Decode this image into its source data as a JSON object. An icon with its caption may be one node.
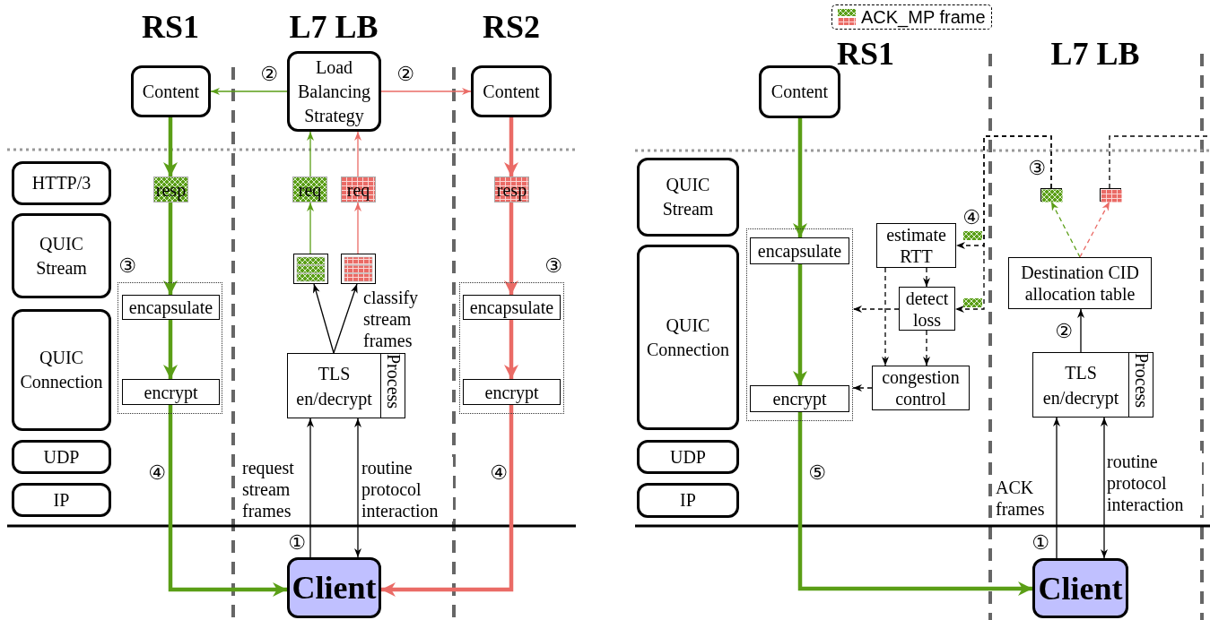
{
  "diagram": {
    "nodes": [
      {
        "text": [
          "Content"
        ]
      },
      {
        "text": [
          "Load Balancing Strategy"
        ]
      },
      {
        "text": [
          "Content"
        ]
      },
      {
        "text": [
          "HTTP/3"
        ]
      },
      {
        "text": [
          "QUIC Stream"
        ]
      },
      {
        "text": [
          "QUIC Connection"
        ]
      },
      {
        "text": [
          "UDP"
        ]
      },
      {
        "text": [
          "IP"
        ]
      },
      {
        "text": [
          "resp"
        ]
      },
      {
        "text": [
          "req"
        ]
      },
      {
        "text": [
          "req"
        ]
      },
      {
        "text": [
          "resp"
        ]
      },
      {
        "text": [],
        "shape": "box"
      },
      {
        "text": [
          "encapsulate"
        ],
        "in": 12
      },
      {
        "text": [
          "encrypt"
        ],
        "in": 12
      },
      {
        "text": [],
        "shape": "box"
      },
      {
        "text": [],
        "shape": "box"
      },
      {
        "text": [
          "TLS en/decrypt",
          "Process"
        ]
      },
      {
        "text": [],
        "shape": "box"
      },
      {
        "text": [
          "encapsulate"
        ],
        "in": 18
      },
      {
        "text": [
          "encrypt"
        ],
        "in": 18
      },
      {
        "text": [
          "Client"
        ]
      },
      {
        "text": [
          "Content"
        ]
      },
      {
        "text": [
          "QUIC Stream"
        ]
      },
      {
        "text": [
          "QUIC Connection"
        ]
      },
      {
        "text": [
          "UDP"
        ]
      },
      {
        "text": [
          "IP"
        ]
      },
      {
        "text": [],
        "shape": "box"
      },
      {
        "text": [
          "encapsulate"
        ],
        "in": 27
      },
      {
        "text": [
          "encrypt"
        ],
        "in": 27
      },
      {
        "text": [
          "estimate RTT"
        ]
      },
      {
        "text": [
          "detect loss"
        ]
      },
      {
        "text": [
          "congestion control"
        ]
      },
      {
        "text": [],
        "shape": "box"
      },
      {
        "text": [],
        "shape": "box"
      },
      {
        "text": [
          "Destination CID allocation table"
        ]
      },
      {
        "text": [
          "TLS en/decrypt",
          "Process"
        ]
      },
      {
        "text": [
          "Client"
        ]
      }
    ],
    "edges": [
      {
        "from": 1,
        "to": 0,
        "arrow": "to",
        "color": "#5a9e16"
      },
      {
        "from": 1,
        "to": 2,
        "arrow": "to",
        "color": "#ea6b66"
      },
      {
        "from": 0,
        "to": 8,
        "arrow": "to",
        "style": "thick",
        "color": "#5a9e16"
      },
      {
        "from": 8,
        "to": 13,
        "arrow": "to",
        "style": "thick",
        "color": "#5a9e16"
      },
      {
        "from": 13,
        "to": 14,
        "arrow": "to",
        "style": "thick",
        "color": "#5a9e16"
      },
      {
        "from": 14,
        "to": 21,
        "arrow": "to",
        "style": "thick",
        "color": "#5a9e16"
      },
      {
        "from": 2,
        "to": 11,
        "arrow": "to",
        "style": "thick",
        "color": "#ea6b66"
      },
      {
        "from": 11,
        "to": 19,
        "arrow": "to",
        "style": "thick",
        "color": "#ea6b66"
      },
      {
        "from": 19,
        "to": 20,
        "arrow": "to",
        "style": "thick",
        "color": "#ea6b66"
      },
      {
        "from": 20,
        "to": 21,
        "arrow": "to",
        "style": "thick",
        "color": "#ea6b66"
      },
      {
        "from": 9,
        "to": 1,
        "arrow": "to",
        "color": "#5a9e16"
      },
      {
        "from": 15,
        "to": 9,
        "arrow": "to",
        "color": "#5a9e16"
      },
      {
        "from": 10,
        "to": 1,
        "arrow": "to",
        "color": "#ea6b66"
      },
      {
        "from": 16,
        "to": 10,
        "arrow": "to",
        "color": "#ea6b66"
      },
      {
        "from": 17,
        "to": 15,
        "arrow": "to"
      },
      {
        "from": 17,
        "to": 16,
        "arrow": "to",
        "label": "classify stream frames"
      },
      {
        "from": 21,
        "to": 17,
        "arrow": "to",
        "label": "request stream frames"
      },
      {
        "from": 21,
        "to": 17,
        "arrow": "both",
        "label": "routine protocol interaction"
      },
      {
        "from": 22,
        "to": 28,
        "arrow": "to",
        "style": "thick",
        "color": "#5a9e16"
      },
      {
        "from": 28,
        "to": 29,
        "arrow": "to",
        "style": "thick",
        "color": "#5a9e16"
      },
      {
        "from": 29,
        "to": 37,
        "arrow": "to",
        "style": "thick",
        "color": "#5a9e16"
      },
      {
        "from": 37,
        "to": 36,
        "arrow": "to",
        "label": "ACK frames"
      },
      {
        "from": 37,
        "to": 36,
        "arrow": "both",
        "label": "routine protocol interaction"
      },
      {
        "from": 36,
        "to": 35,
        "arrow": "to"
      },
      {
        "from": 35,
        "to": 33,
        "arrow": "to",
        "style": "dashed",
        "color": "#5a9e16"
      },
      {
        "from": 35,
        "to": 34,
        "arrow": "to",
        "style": "dashed",
        "color": "#ea6b66"
      },
      {
        "from": 33,
        "to": 30,
        "arrow": "to",
        "style": "dashed"
      },
      {
        "from": 33,
        "to": 31,
        "arrow": "to",
        "style": "dashed"
      },
      {
        "from": 34,
        "to": null,
        "arrow": "none",
        "style": "dashed"
      },
      {
        "from": 30,
        "to": 31,
        "arrow": "to",
        "style": "dashed"
      },
      {
        "from": 30,
        "to": 32,
        "arrow": "to",
        "style": "dashed"
      },
      {
        "from": 31,
        "to": 32,
        "arrow": "to",
        "style": "dashed"
      },
      {
        "from": 31,
        "to": 27,
        "arrow": "to",
        "style": "dashed"
      },
      {
        "from": 32,
        "to": 27,
        "arrow": "to",
        "style": "dashed"
      }
    ],
    "labels": [
      "RS1",
      "L7 LB",
      "RS2",
      "②",
      "②",
      "③",
      "③",
      "④",
      "④",
      "①",
      "RS1",
      "L7 LB",
      "③",
      "④",
      "②",
      "⑤",
      "①"
    ],
    "legend": [
      {
        "text": "ACK_MP frame"
      }
    ]
  }
}
